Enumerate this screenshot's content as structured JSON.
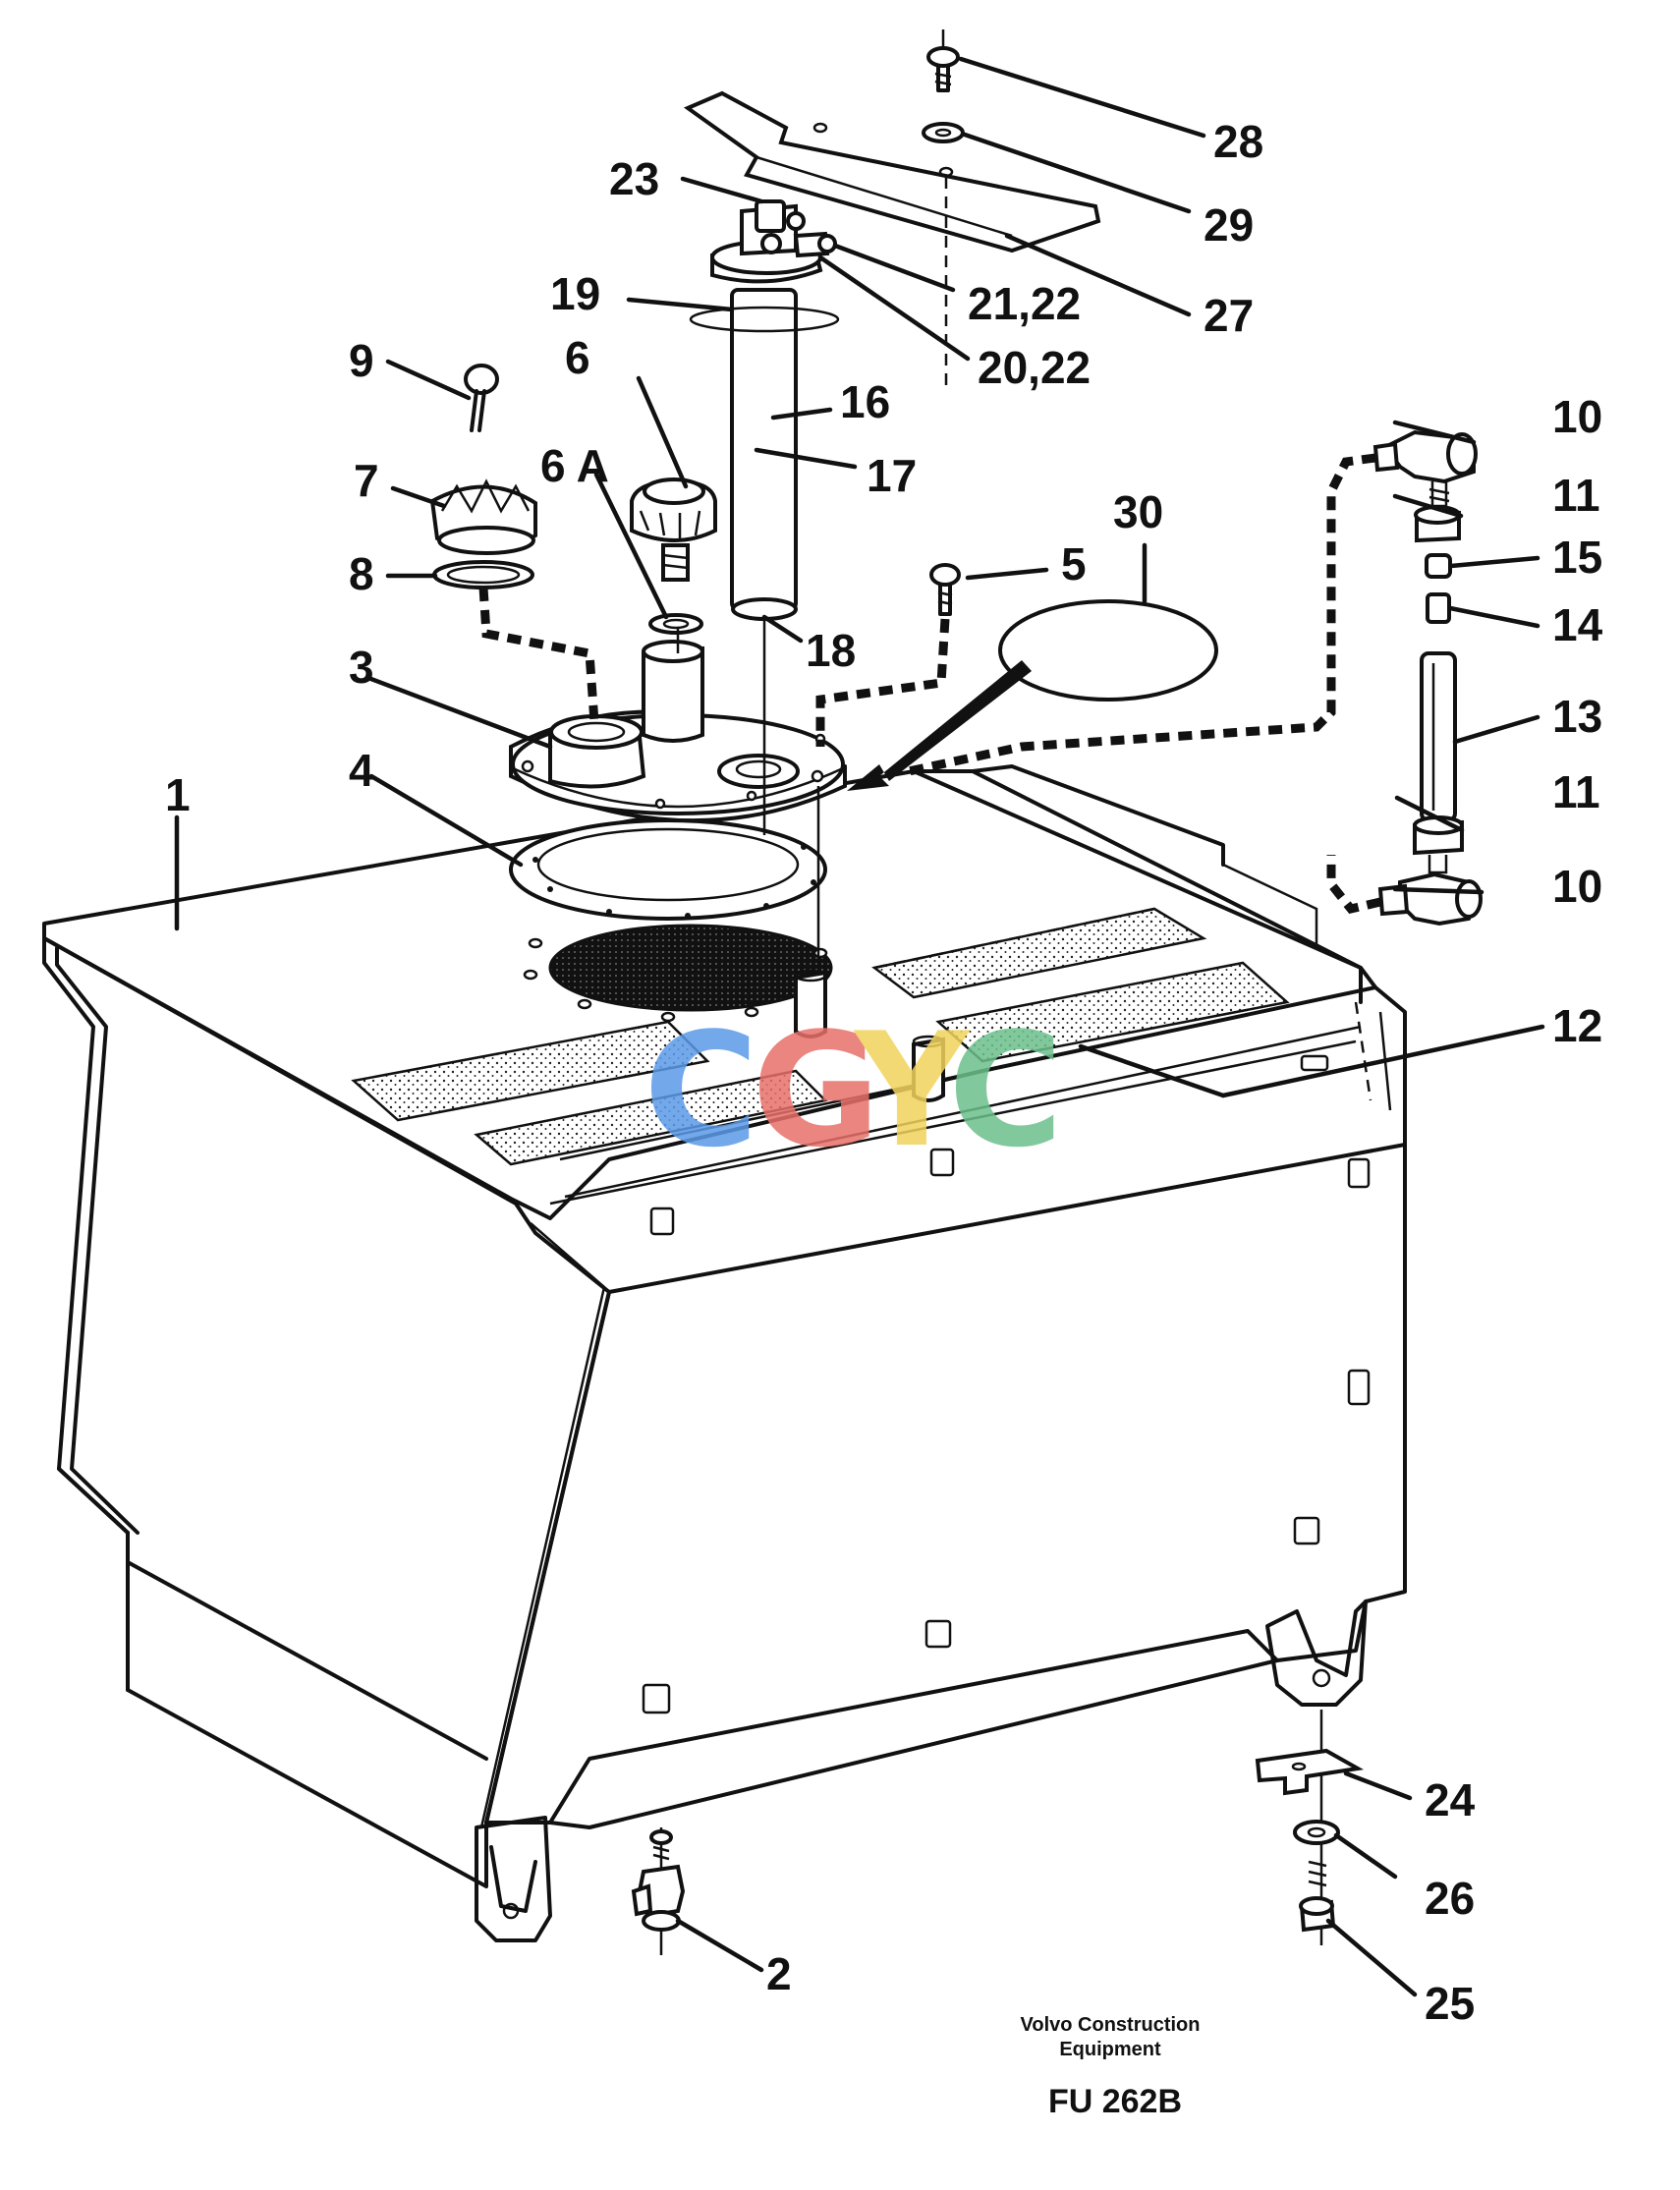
{
  "caption": {
    "maker_line1": "Volvo Construction",
    "maker_line2": "Equipment",
    "figure_code": "FU 262B"
  },
  "watermark": {
    "letters": [
      "C",
      "G",
      "Y",
      "C"
    ],
    "colors": [
      "#5B9BE8",
      "#E8706A",
      "#F2D35C",
      "#6CC08B"
    ]
  },
  "parts": [
    {
      "id": "p1",
      "label": "1"
    },
    {
      "id": "p2",
      "label": "2"
    },
    {
      "id": "p3",
      "label": "3"
    },
    {
      "id": "p4",
      "label": "4"
    },
    {
      "id": "p5",
      "label": "5"
    },
    {
      "id": "p6",
      "label": "6"
    },
    {
      "id": "p6a",
      "label": "6 A"
    },
    {
      "id": "p7",
      "label": "7"
    },
    {
      "id": "p8",
      "label": "8"
    },
    {
      "id": "p9",
      "label": "9"
    },
    {
      "id": "p10a",
      "label": "10"
    },
    {
      "id": "p10b",
      "label": "10"
    },
    {
      "id": "p11a",
      "label": "11"
    },
    {
      "id": "p11b",
      "label": "11"
    },
    {
      "id": "p12",
      "label": "12"
    },
    {
      "id": "p13",
      "label": "13"
    },
    {
      "id": "p14",
      "label": "14"
    },
    {
      "id": "p15",
      "label": "15"
    },
    {
      "id": "p16",
      "label": "16"
    },
    {
      "id": "p17",
      "label": "17"
    },
    {
      "id": "p18",
      "label": "18"
    },
    {
      "id": "p19",
      "label": "19"
    },
    {
      "id": "p2022",
      "label": "20,22"
    },
    {
      "id": "p2122",
      "label": "21,22"
    },
    {
      "id": "p23",
      "label": "23"
    },
    {
      "id": "p24",
      "label": "24"
    },
    {
      "id": "p25",
      "label": "25"
    },
    {
      "id": "p26",
      "label": "26"
    },
    {
      "id": "p27",
      "label": "27"
    },
    {
      "id": "p28",
      "label": "28"
    },
    {
      "id": "p29",
      "label": "29"
    },
    {
      "id": "p30",
      "label": "30"
    }
  ]
}
